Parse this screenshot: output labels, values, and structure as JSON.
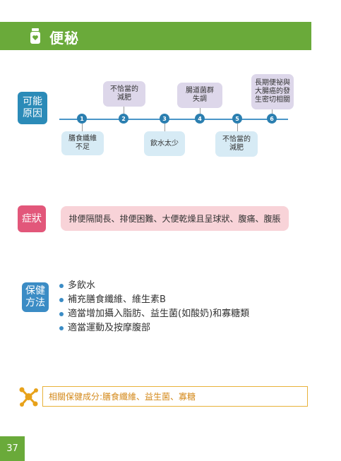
{
  "header": {
    "title": "便秘",
    "icon": "jar-heart-icon",
    "color": "#6aaa3a"
  },
  "causes": {
    "label_line1": "可能",
    "label_line2": "原因",
    "steps": [
      {
        "num": "1",
        "text_lines": [
          "膳食纖維",
          "不足"
        ],
        "side": "down"
      },
      {
        "num": "2",
        "text_lines": [
          "不恰當的",
          "減肥"
        ],
        "side": "up"
      },
      {
        "num": "3",
        "text_lines": [
          "飲水太少"
        ],
        "side": "down"
      },
      {
        "num": "4",
        "text_lines": [
          "腸道菌群",
          "失調"
        ],
        "side": "up"
      },
      {
        "num": "5",
        "text_lines": [
          "不恰當的",
          "減肥"
        ],
        "side": "down"
      },
      {
        "num": "6",
        "text_lines": [
          "長期便祕與",
          "大腸癌的發",
          "生密切相關"
        ],
        "side": "up"
      }
    ]
  },
  "symptoms": {
    "label": "症狀",
    "text": "排便隔間長、排便困難、大便乾燥且呈球狀、腹痛、腹脹"
  },
  "care": {
    "label_line1": "保健",
    "label_line2": "方法",
    "items": [
      "多飲水",
      "補充膳食纖維、維生素B",
      "適當增加攝入脂肪、益生菌(如酸奶)和寡糖類",
      "適當運動及按摩腹部"
    ]
  },
  "ingredients": {
    "icon": "molecule-icon",
    "text": "相關保健成分:膳食纖維、益生菌、寡糖"
  },
  "page_number": "37"
}
